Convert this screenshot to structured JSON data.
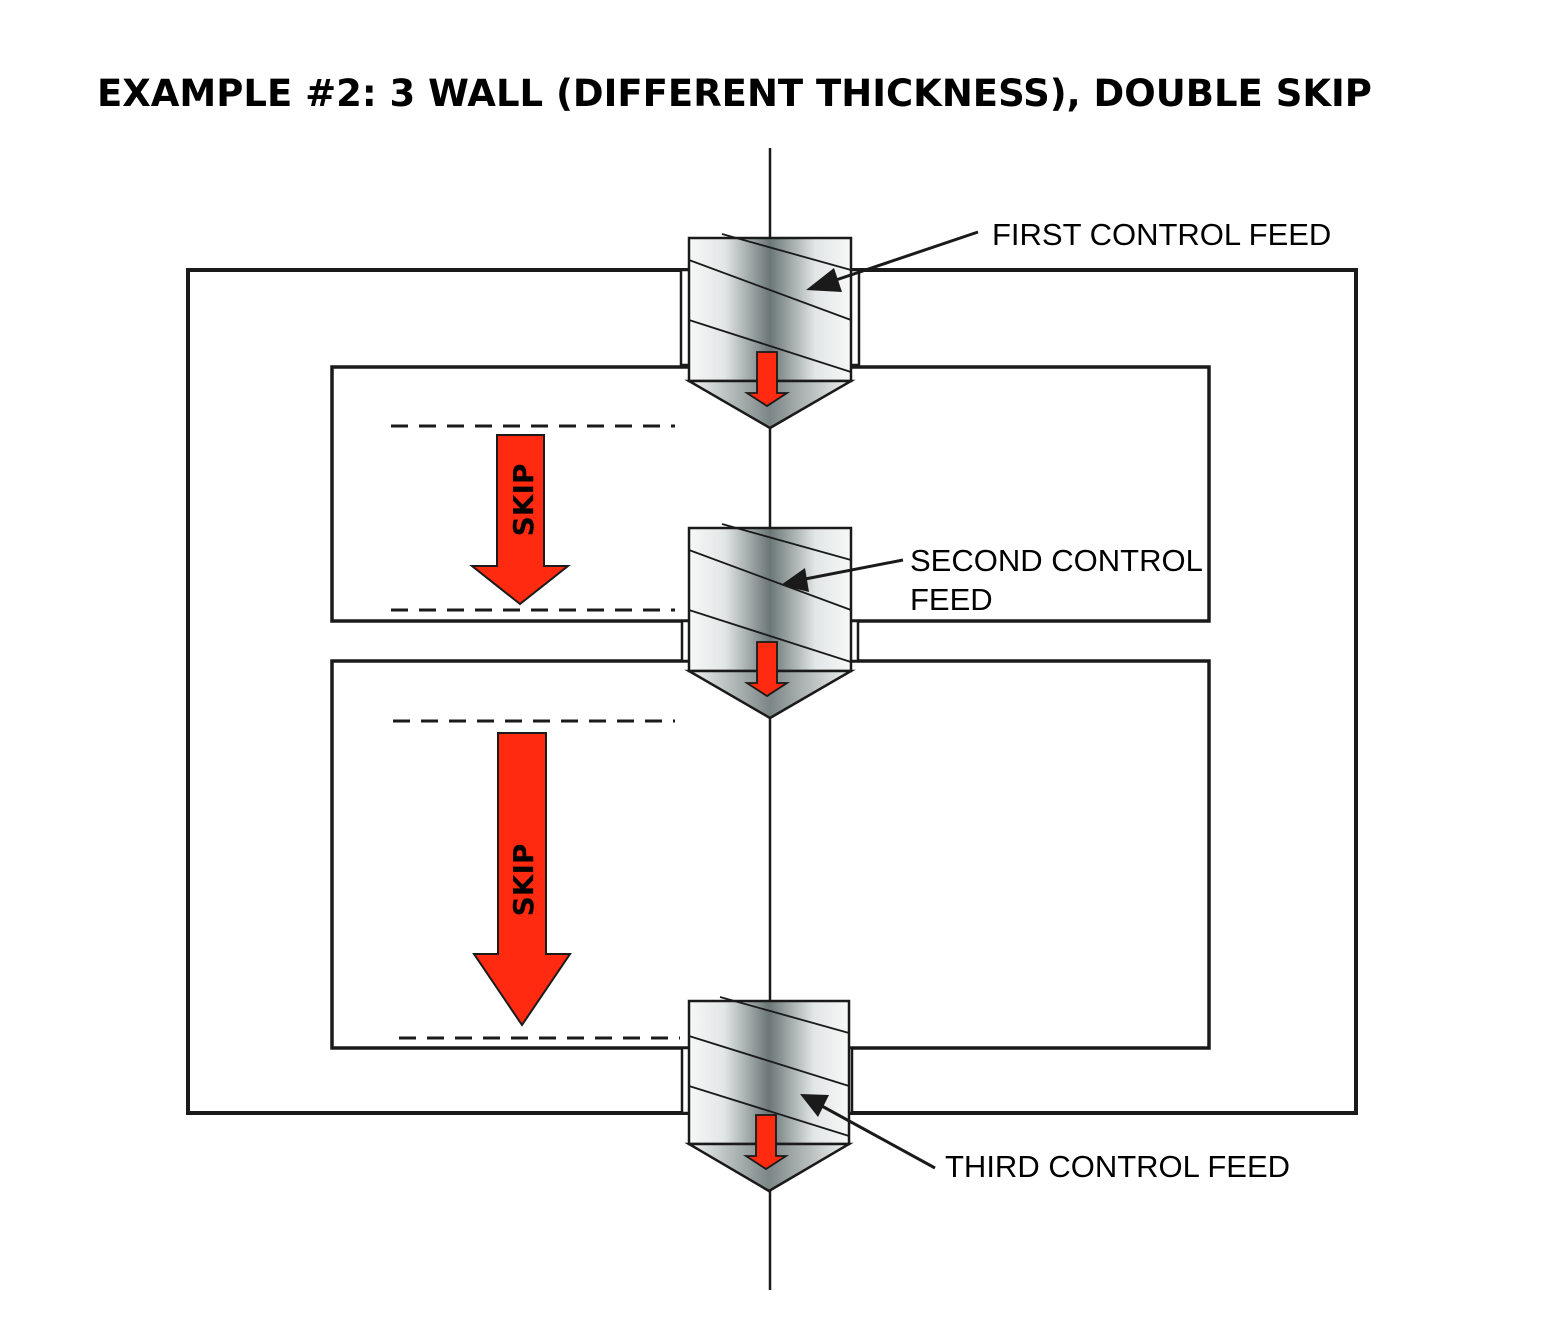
{
  "title": "EXAMPLE #2:  3 WALL (DIFFERENT THICKNESS), DOUBLE SKIP",
  "labels": {
    "first_feed": "FIRST CONTROL FEED",
    "second_feed_line1": "SECOND CONTROL",
    "second_feed_line2": "FEED",
    "third_feed": "THIRD CONTROL FEED"
  },
  "skip_arrows": [
    "SKIP",
    "SKIP"
  ],
  "colors": {
    "skip_arrow": "#ff2a10",
    "feed_arrow": "#ff2a10",
    "drill_metal_dark": "#6b7676",
    "drill_metal_light": "#f4f6f6",
    "outline": "#1a1a1a"
  }
}
